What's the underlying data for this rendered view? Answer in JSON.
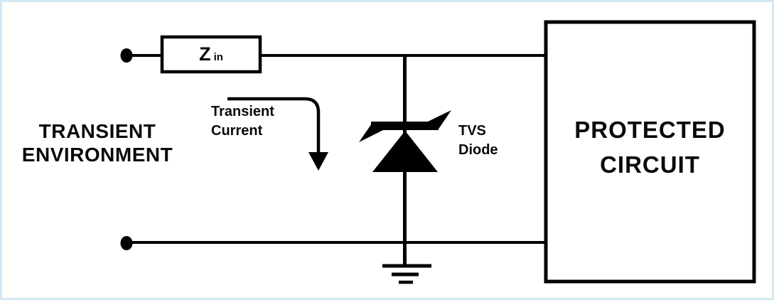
{
  "diagram": {
    "colors": {
      "frame": "#d3e8f3",
      "background": "#fffffe",
      "ink": "#000000"
    },
    "environment_label": {
      "line1": "TRANSIENT",
      "line2": "ENVIRONMENT"
    },
    "impedance_box": {
      "symbol": "Z",
      "subscript": "in"
    },
    "transient_current_label": {
      "line1": "Transient",
      "line2": "Current"
    },
    "tvs_label": {
      "line1": "TVS",
      "line2": "Diode"
    },
    "protected_box_label": {
      "line1": "PROTECTED",
      "line2": "CIRCUIT"
    }
  }
}
